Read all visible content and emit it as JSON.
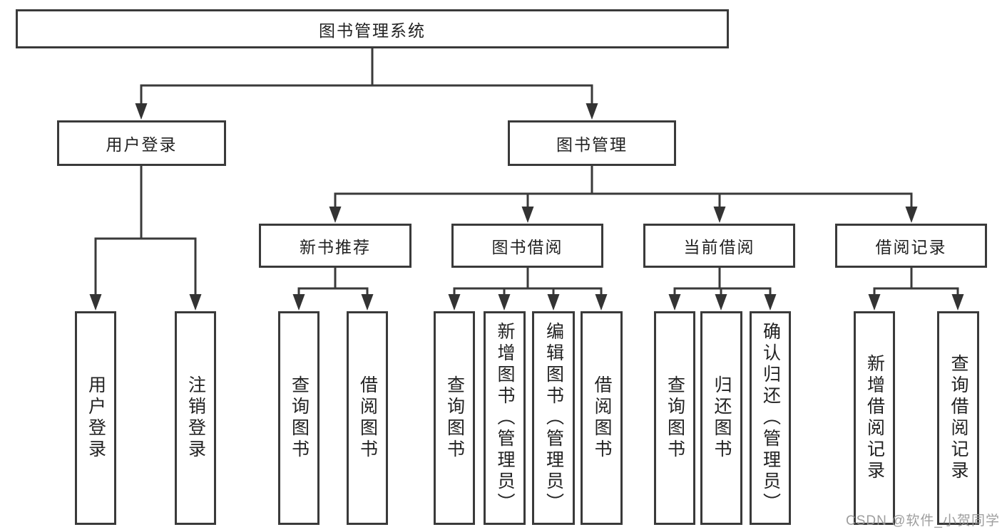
{
  "diagram": {
    "root": {
      "label": "图书管理系统"
    },
    "user_branch": {
      "label": "用户登录",
      "children": [
        "用户登录",
        "注销登录"
      ]
    },
    "mgmt_branch": {
      "label": "图书管理",
      "sections": [
        {
          "label": "新书推荐",
          "children": [
            "查询图书",
            "借阅图书"
          ]
        },
        {
          "label": "图书借阅",
          "children": [
            "查询图书",
            "新增图书（管理员）",
            "编辑图书（管理员）",
            "借阅图书"
          ]
        },
        {
          "label": "当前借阅",
          "children": [
            "查询图书",
            "归还图书",
            "确认归还（管理员）"
          ]
        },
        {
          "label": "借阅记录",
          "children": [
            "新增借阅记录",
            "查询借阅记录"
          ]
        }
      ]
    },
    "watermark": "CSDN @软件_小贺同学",
    "colors": {
      "line": "#3a3a3a",
      "box_border": "#3a3a3a",
      "text": "#222222",
      "watermark": "#9b9b9b",
      "background": "#ffffff"
    }
  }
}
